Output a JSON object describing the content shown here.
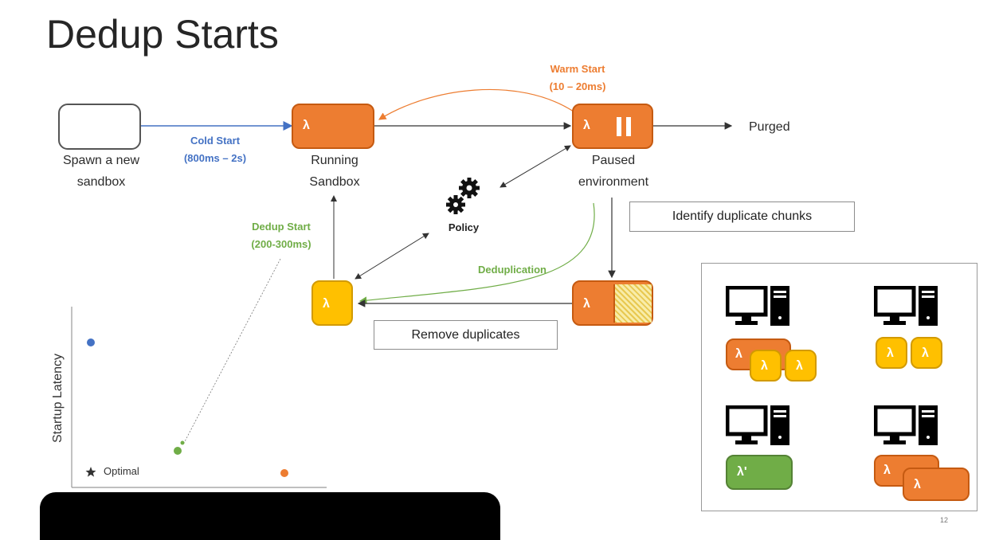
{
  "title": "Dedup Starts",
  "spawn": {
    "label1": "Spawn a new",
    "label2": "sandbox"
  },
  "cold_start": {
    "line1": "Cold Start",
    "line2": "(800ms – 2s)"
  },
  "running": {
    "lambda": "λ",
    "label1": "Running",
    "label2": "Sandbox"
  },
  "warm_start": {
    "line1": "Warm Start",
    "line2": "(10 – 20ms)"
  },
  "paused": {
    "lambda": "λ",
    "label1": "Paused",
    "label2": "environment"
  },
  "purged": "Purged",
  "policy": "Policy",
  "identify": "Identify duplicate chunks",
  "dedup_start": {
    "line1": "Dedup Start",
    "line2": "(200-300ms)"
  },
  "deduplication": "Deduplication",
  "remove": "Remove duplicates",
  "yellow_lambda": "λ",
  "chunk_lambda": "λ",
  "scatter": {
    "ylabel": "Startup Latency",
    "optimal": "Optimal"
  },
  "panel": {
    "l1": "λ",
    "l2": "λ",
    "l3": "λ",
    "l4": "λ",
    "l5": "λ",
    "l6": "λ'",
    "l7": "λ",
    "l8": "λ"
  },
  "page_number": "12",
  "colors": {
    "orange": "#ED7D31",
    "yellow": "#FFC000",
    "green": "#70AD47",
    "blue": "#4472C4"
  },
  "icons": [
    "gear-icon",
    "computer-icon",
    "pause-icon",
    "star-icon"
  ]
}
